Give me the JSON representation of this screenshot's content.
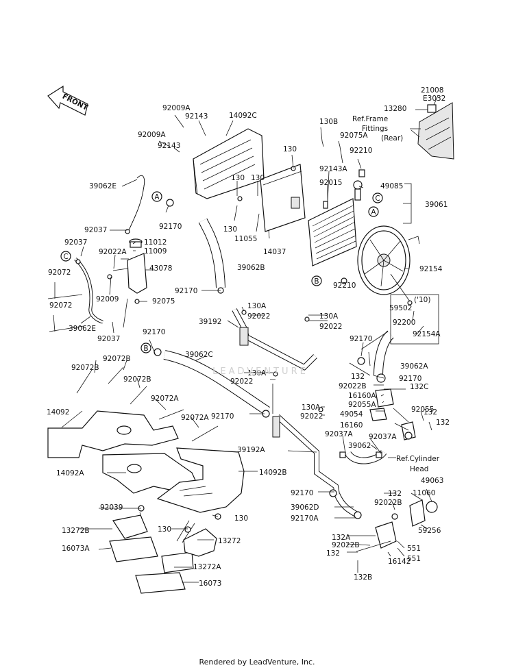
{
  "diagram": {
    "code": "E3032",
    "front_label": "FRONT",
    "ref_frame": [
      "Ref.Frame",
      "Fittings",
      "(Rear)"
    ],
    "ref_cylinder": [
      "Ref.Cylinder",
      "Head"
    ],
    "variant_note": "('10)",
    "watermark": "LEADVENTURE",
    "callouts": [
      "A",
      "B",
      "C"
    ],
    "labels": [
      "21008",
      "13280",
      "92009A",
      "92143",
      "14092C",
      "92009A",
      "92143",
      "130B",
      "92075A",
      "130",
      "92210",
      "39062E",
      "92143A",
      "130",
      "130",
      "92015",
      "49085",
      "39061",
      "92170",
      "130",
      "11055",
      "14037",
      "92037",
      "11012",
      "11009",
      "92037",
      "92022A",
      "43078",
      "92072",
      "92009",
      "92075",
      "92154",
      "92210",
      "39062B",
      "92170",
      "92072",
      "39062E",
      "92037",
      "59502",
      "130A",
      "92022",
      "130A",
      "92022",
      "39192",
      "92200",
      "92154A",
      "92170",
      "92170",
      "39062C",
      "39062A",
      "92072B",
      "92072B",
      "92072B",
      "130A",
      "92022",
      "132",
      "92022B",
      "92170",
      "132C",
      "16160A",
      "92072A",
      "92055A",
      "14092",
      "92072A",
      "130A",
      "92022",
      "92170",
      "49054",
      "92055",
      "132",
      "132",
      "16160",
      "92037A",
      "92037A",
      "39192A",
      "39062",
      "14092A",
      "14092B",
      "49063",
      "92170",
      "132",
      "11060",
      "92022B",
      "92039",
      "39062D",
      "130",
      "92170A",
      "59256",
      "13272B",
      "130",
      "13272",
      "132A",
      "551",
      "92022B",
      "16073A",
      "132",
      "551",
      "16142",
      "13272A",
      "16073",
      "132B"
    ]
  },
  "footer": {
    "text": "Rendered by LeadVenture, Inc."
  }
}
